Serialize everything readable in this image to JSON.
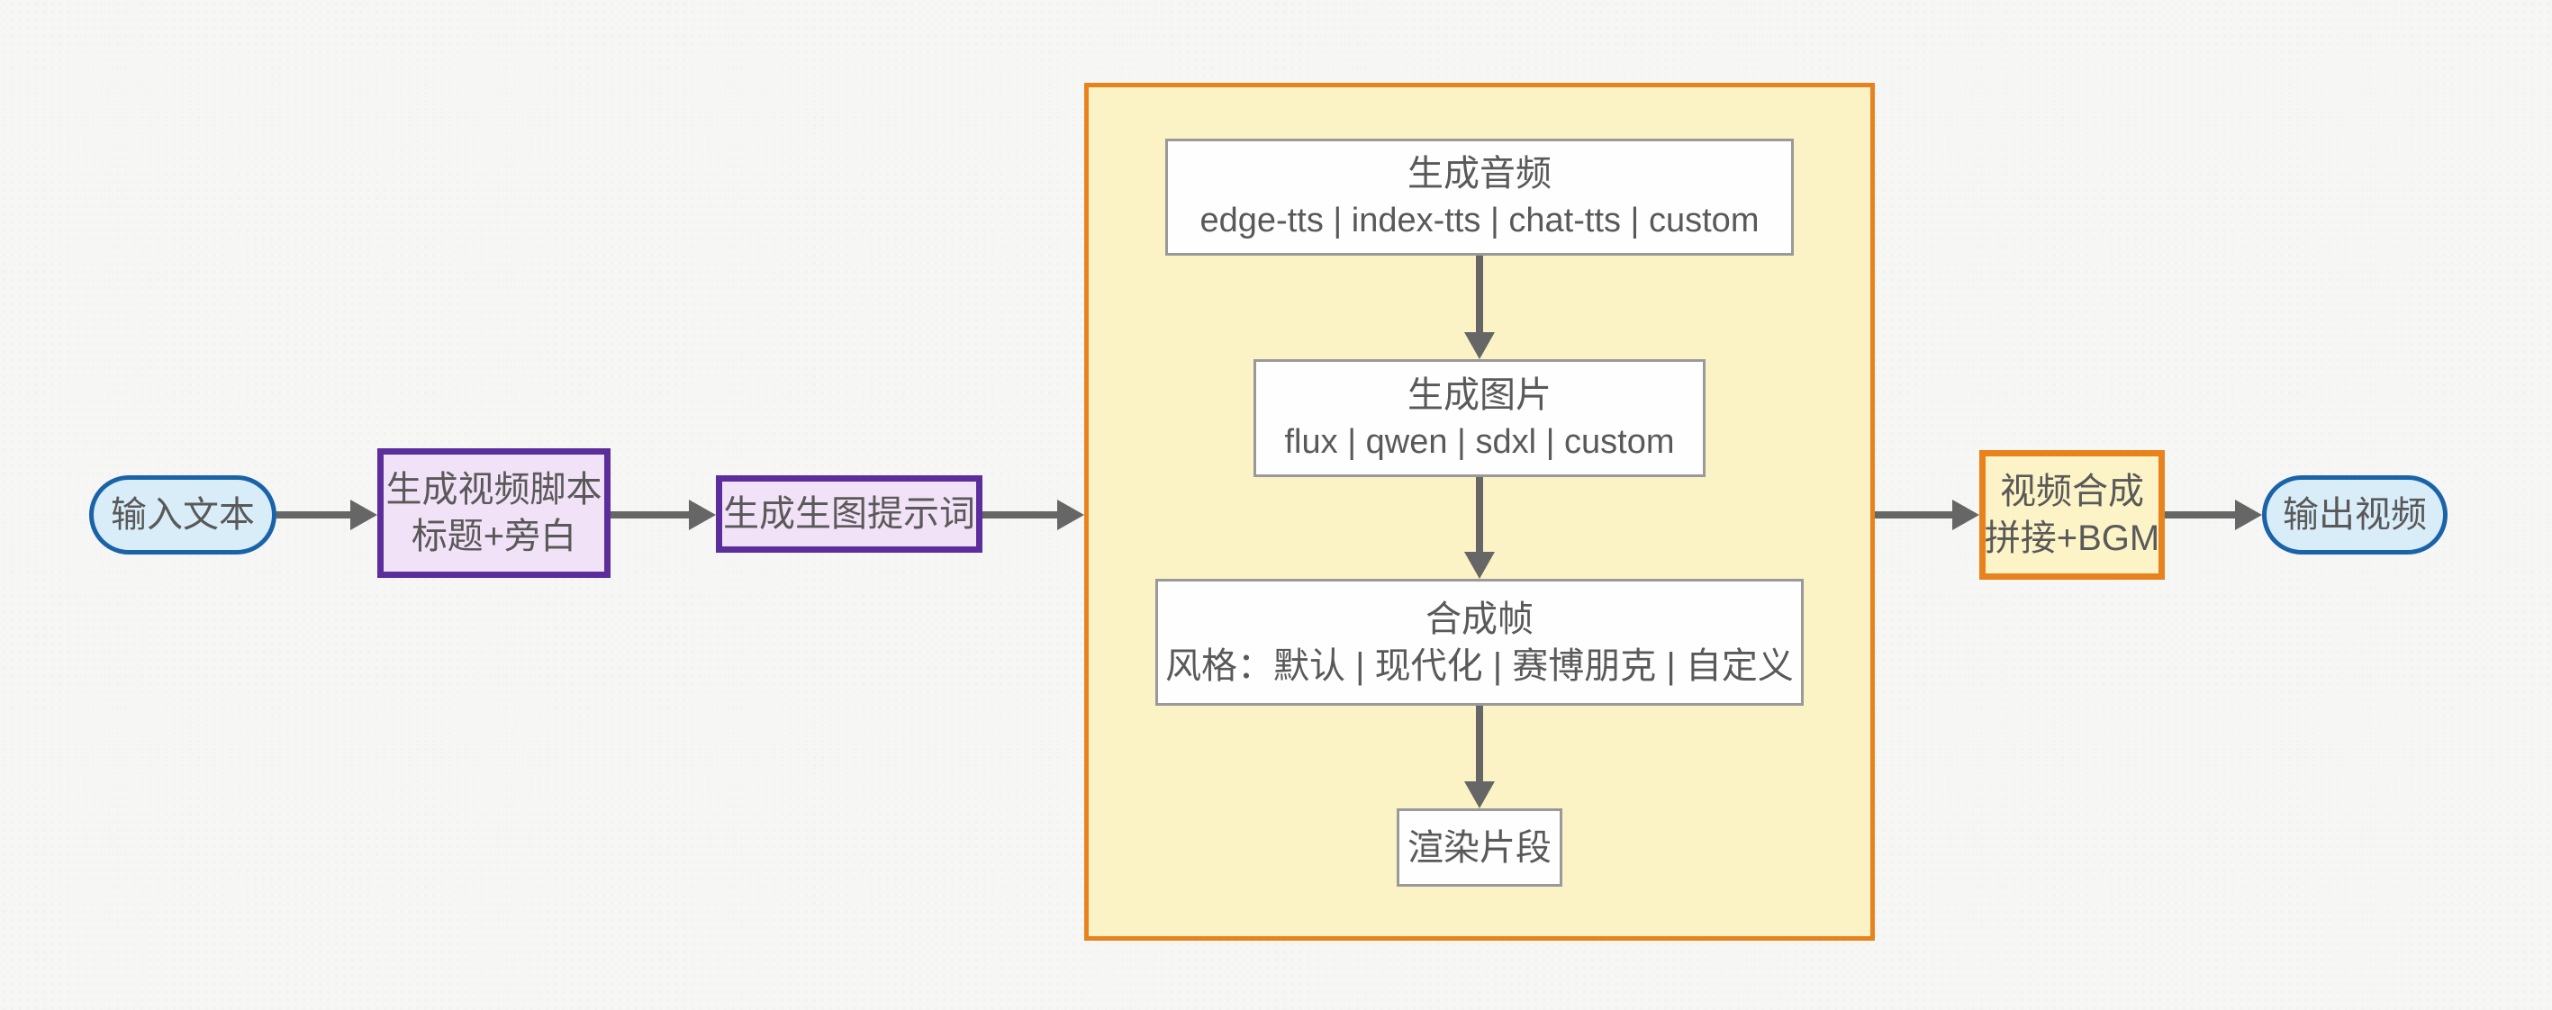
{
  "diagram": {
    "type": "flowchart",
    "direction": "left-to-right",
    "nodes": {
      "input": {
        "label": "输入文本",
        "shape": "stadium"
      },
      "script": {
        "line1": "生成视频脚本",
        "line2": "标题+旁白",
        "shape": "process"
      },
      "prompt": {
        "label": "生成生图提示词",
        "shape": "process"
      },
      "pipeline": {
        "shape": "container"
      },
      "audio": {
        "line1": "生成音频",
        "line2": "edge-tts | index-tts | chat-tts | custom",
        "shape": "subprocess"
      },
      "image": {
        "line1": "生成图片",
        "line2": "flux | qwen | sdxl | custom",
        "shape": "subprocess"
      },
      "frame": {
        "line1": "合成帧",
        "line2": "风格：默认 | 现代化 | 赛博朋克 | 自定义",
        "shape": "subprocess"
      },
      "render": {
        "label": "渲染片段",
        "shape": "subprocess"
      },
      "compose": {
        "line1": "视频合成",
        "line2": "拼接+BGM",
        "shape": "process-orange"
      },
      "output": {
        "label": "输出视频",
        "shape": "stadium"
      }
    },
    "edges": [
      {
        "from": "input",
        "to": "script"
      },
      {
        "from": "script",
        "to": "prompt"
      },
      {
        "from": "prompt",
        "to": "pipeline"
      },
      {
        "from": "audio",
        "to": "image"
      },
      {
        "from": "image",
        "to": "frame"
      },
      {
        "from": "frame",
        "to": "render"
      },
      {
        "from": "pipeline",
        "to": "compose"
      },
      {
        "from": "compose",
        "to": "output"
      }
    ],
    "colors": {
      "background": "#f6f6f5",
      "terminal_fill": "#d9edf9",
      "terminal_border": "#1a63a8",
      "process_fill": "#f2e2f7",
      "process_border": "#5c2e9b",
      "container_fill": "#fbf3c5",
      "container_border": "#e8821c",
      "subprocess_fill": "#fefefe",
      "subprocess_border": "#999999",
      "arrow": "#666666",
      "text": "#595959"
    }
  }
}
